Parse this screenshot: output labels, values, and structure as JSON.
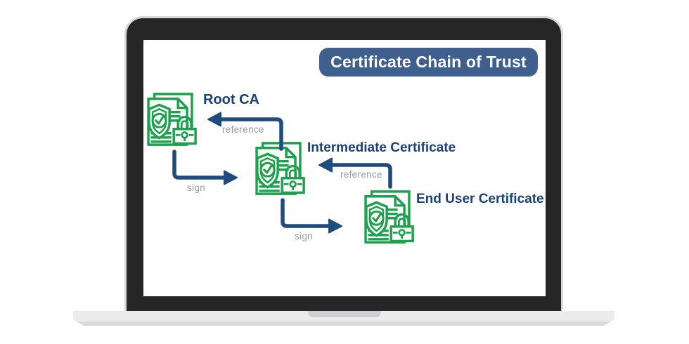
{
  "diagram": {
    "title": "Certificate Chain of Trust",
    "nodes": [
      {
        "id": "root-ca",
        "label": "Root CA",
        "icon": "certificate-shield-lock-icon"
      },
      {
        "id": "intermediate",
        "label": "Intermediate Certificate",
        "icon": "certificate-shield-lock-icon"
      },
      {
        "id": "end-user",
        "label": "End User Certificate",
        "icon": "certificate-shield-lock-icon"
      }
    ],
    "edges": [
      {
        "from": "intermediate",
        "to": "root-ca",
        "label": "reference"
      },
      {
        "from": "root-ca",
        "to": "intermediate",
        "label": "sign"
      },
      {
        "from": "end-user",
        "to": "intermediate",
        "label": "reference"
      },
      {
        "from": "intermediate",
        "to": "end-user",
        "label": "sign"
      }
    ],
    "colors": {
      "accent_blue": "#3f5f8e",
      "arrow_navy": "#1f4b7e",
      "label_navy": "#1a4179",
      "icon_green": "#1ea14d",
      "edge_label_gray": "#9a9a9a",
      "bezel_dark": "#262626",
      "base_gray": "#ececee"
    }
  }
}
